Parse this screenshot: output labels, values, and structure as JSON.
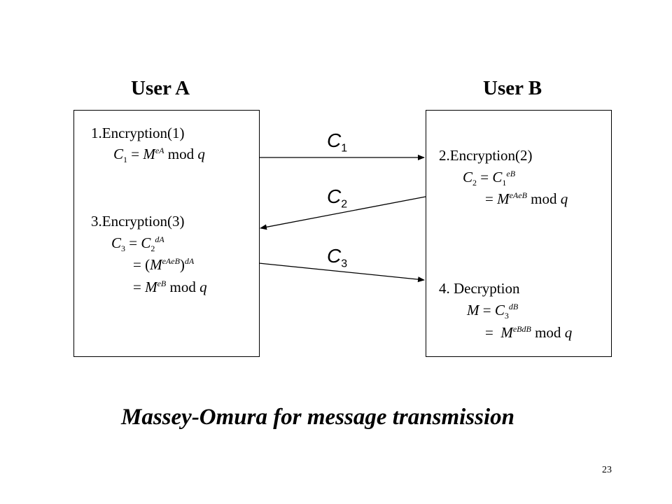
{
  "userA": {
    "label": "User A"
  },
  "userB": {
    "label": "User B"
  },
  "boxA": {
    "step1_title": "1.Encryption(1)",
    "step3_title": "3.Encryption(3)"
  },
  "boxB": {
    "step2_title": "2.Encryption(2)",
    "step4_title": "4. Decryption"
  },
  "math": {
    "C": "C",
    "M": "M",
    "mod": "mod",
    "q": "q",
    "eq": "=",
    "sub1": "1",
    "sub2": "2",
    "sub3": "3",
    "eA": "eA",
    "eB": "eB",
    "dA": "dA",
    "dB": "dB",
    "eAeB": "eAeB",
    "eBdB": "eBdB",
    "lparen": "(",
    "rparen": ")"
  },
  "messages": [
    {
      "label": "C",
      "sub": "1"
    },
    {
      "label": "C",
      "sub": "2"
    },
    {
      "label": "C",
      "sub": "3"
    }
  ],
  "caption": "Massey-Omura  for message transmission",
  "page_number": "23"
}
